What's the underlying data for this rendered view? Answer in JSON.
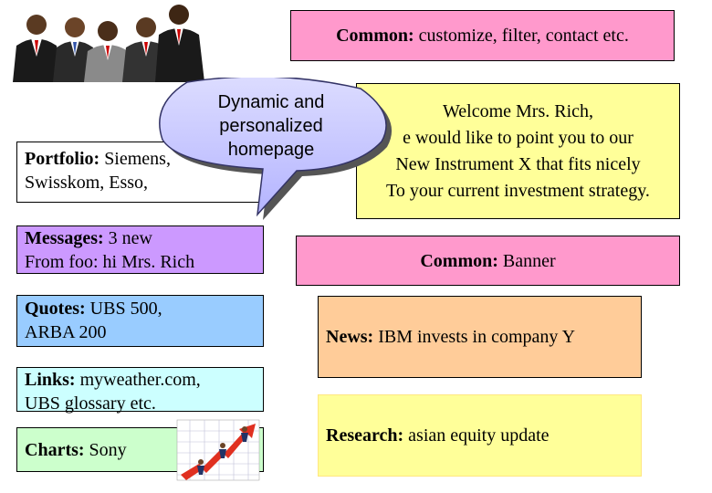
{
  "common_top": {
    "label": "Common:",
    "text": " customize, filter, contact etc."
  },
  "welcome": {
    "lines": [
      "Welcome Mrs. Rich,",
      "e would like to point you to our",
      "New Instrument X that fits nicely",
      "To your current investment strategy."
    ]
  },
  "callout": {
    "lines": [
      "Dynamic and",
      "personalized",
      "homepage"
    ]
  },
  "portfolio": {
    "label": "Portfolio:",
    "line1": " Siemens,",
    "line2": " Swisskom, Esso,"
  },
  "messages": {
    "label": "Messages:",
    "line1": " 3 new",
    "line2": "From foo: hi Mrs. Rich"
  },
  "quotes": {
    "label": "Quotes:",
    "line1": " UBS 500,",
    "line2": "ARBA 200"
  },
  "links": {
    "label": "Links:",
    "line1": " myweather.com,",
    "line2": "UBS glossary etc."
  },
  "charts": {
    "label": "Charts:",
    "text": " Sony"
  },
  "banner": {
    "label": "Common:",
    "text": " Banner"
  },
  "news": {
    "label": "News:",
    "text": " IBM invests in company Y"
  },
  "research": {
    "label": "Research:",
    "text": " asian equity update"
  },
  "colors": {
    "pink": "#ff99cc",
    "yellow": "#ffff99",
    "purple": "#cc99ff",
    "blue": "#99ccff",
    "cyan": "#ccffff",
    "green": "#ccffcc",
    "orange": "#ffcc99",
    "callout": "#c8c8ff"
  }
}
